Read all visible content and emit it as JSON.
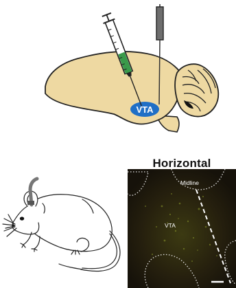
{
  "brain": {
    "region_label": "VTA"
  },
  "micrograph": {
    "title": "Horizontal",
    "midline_label": "Midline",
    "region_label": "VTA"
  },
  "colors": {
    "brain_fill": "#eed9a2",
    "vta_fill": "#1f6fc6",
    "syringe_fluid": "#3a9a4a",
    "electrode": "#6e6e6e",
    "micrograph_bg": "#1c170c",
    "micrograph_signal": "#8c9a2c"
  },
  "icons": [
    "syringe-icon",
    "electrode-icon",
    "mouse-illustration",
    "head-implant-icon",
    "scale-bar"
  ]
}
